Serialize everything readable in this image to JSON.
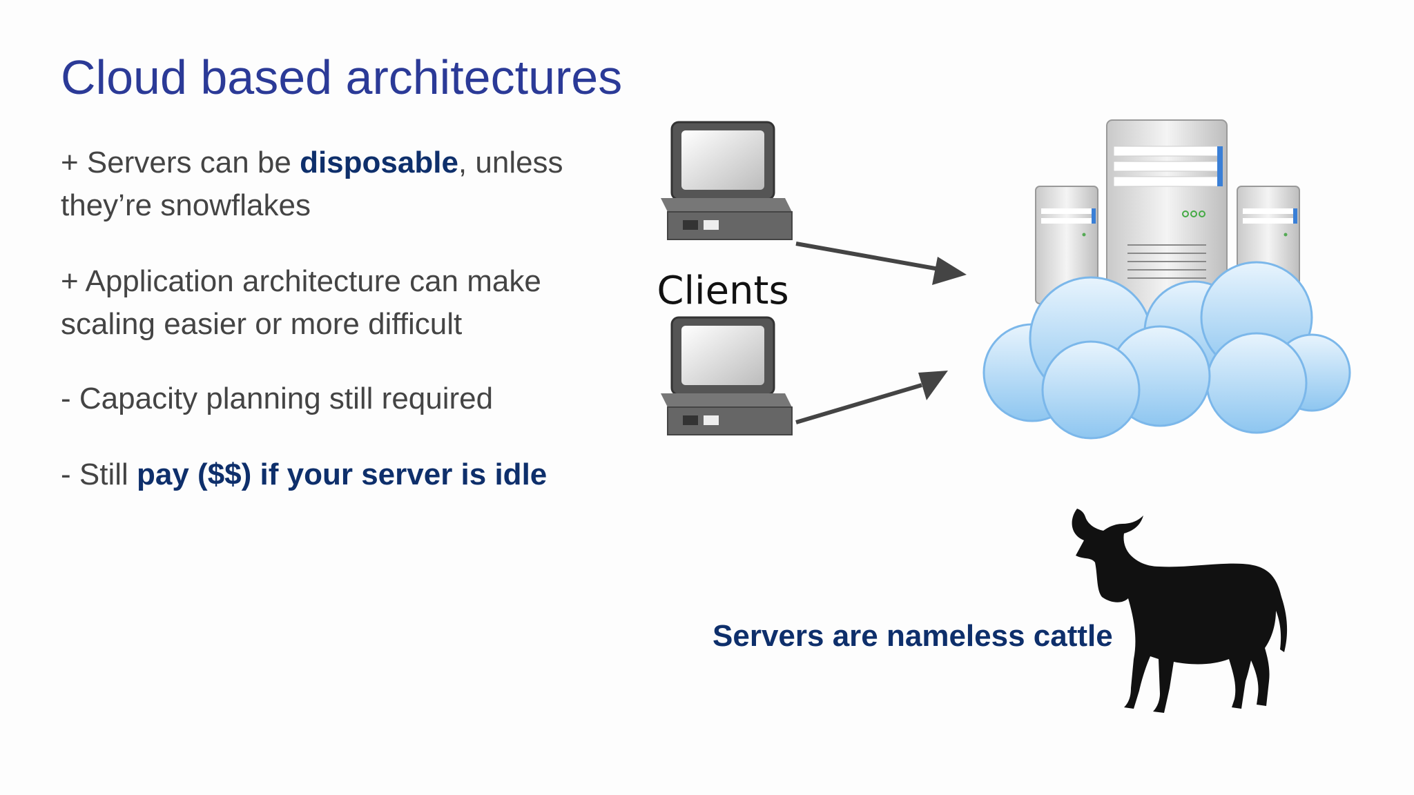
{
  "slide": {
    "title": "Cloud based architectures",
    "bullets": [
      {
        "pre": "+ Servers can be ",
        "em": "disposable",
        "post": ", unless they’re snowflakes"
      },
      {
        "pre": "+ Application architecture can make scaling easier or more difficult"
      },
      {
        "pre": "- Capacity planning still required"
      },
      {
        "pre": "- Still ",
        "em": "pay ($$) if your server is idle"
      }
    ],
    "diagram": {
      "clients_label": "Clients"
    },
    "caption": "Servers are nameless cattle"
  },
  "icons": [
    "client-computer-icon",
    "client-computer-icon",
    "arrow-icon",
    "arrow-icon",
    "server-tower-icon",
    "cloud-icon",
    "cow-silhouette-icon"
  ],
  "colors": {
    "title": "#2b3a97",
    "emphasis": "#0e2f6b",
    "body": "#444444",
    "cloud": "#bfe0f8",
    "arrow": "#444444"
  }
}
